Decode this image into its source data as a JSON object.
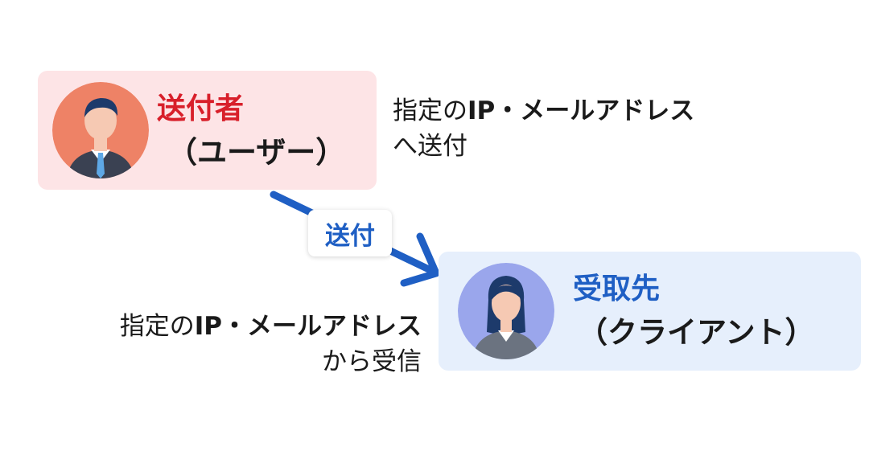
{
  "sender": {
    "title": "送付者",
    "subtitle": "（ユーザー）",
    "description_prefix": "指定の",
    "description_bold": "IP・メールアドレス",
    "description_suffix": "へ送付"
  },
  "arrow": {
    "label": "送付"
  },
  "receiver": {
    "title": "受取先",
    "subtitle": "（クライアント）",
    "description_prefix": "指定の",
    "description_bold": "IP・メールアドレス",
    "description_suffix": "から受信"
  },
  "colors": {
    "sender_accent": "#d81f2a",
    "sender_bg": "#fde4e6",
    "receiver_accent": "#1f5fc4",
    "receiver_bg": "#e6effc",
    "arrow": "#1f5fc4"
  },
  "icons": {
    "sender_avatar": "businessman-avatar-icon",
    "receiver_avatar": "businesswoman-avatar-icon"
  }
}
